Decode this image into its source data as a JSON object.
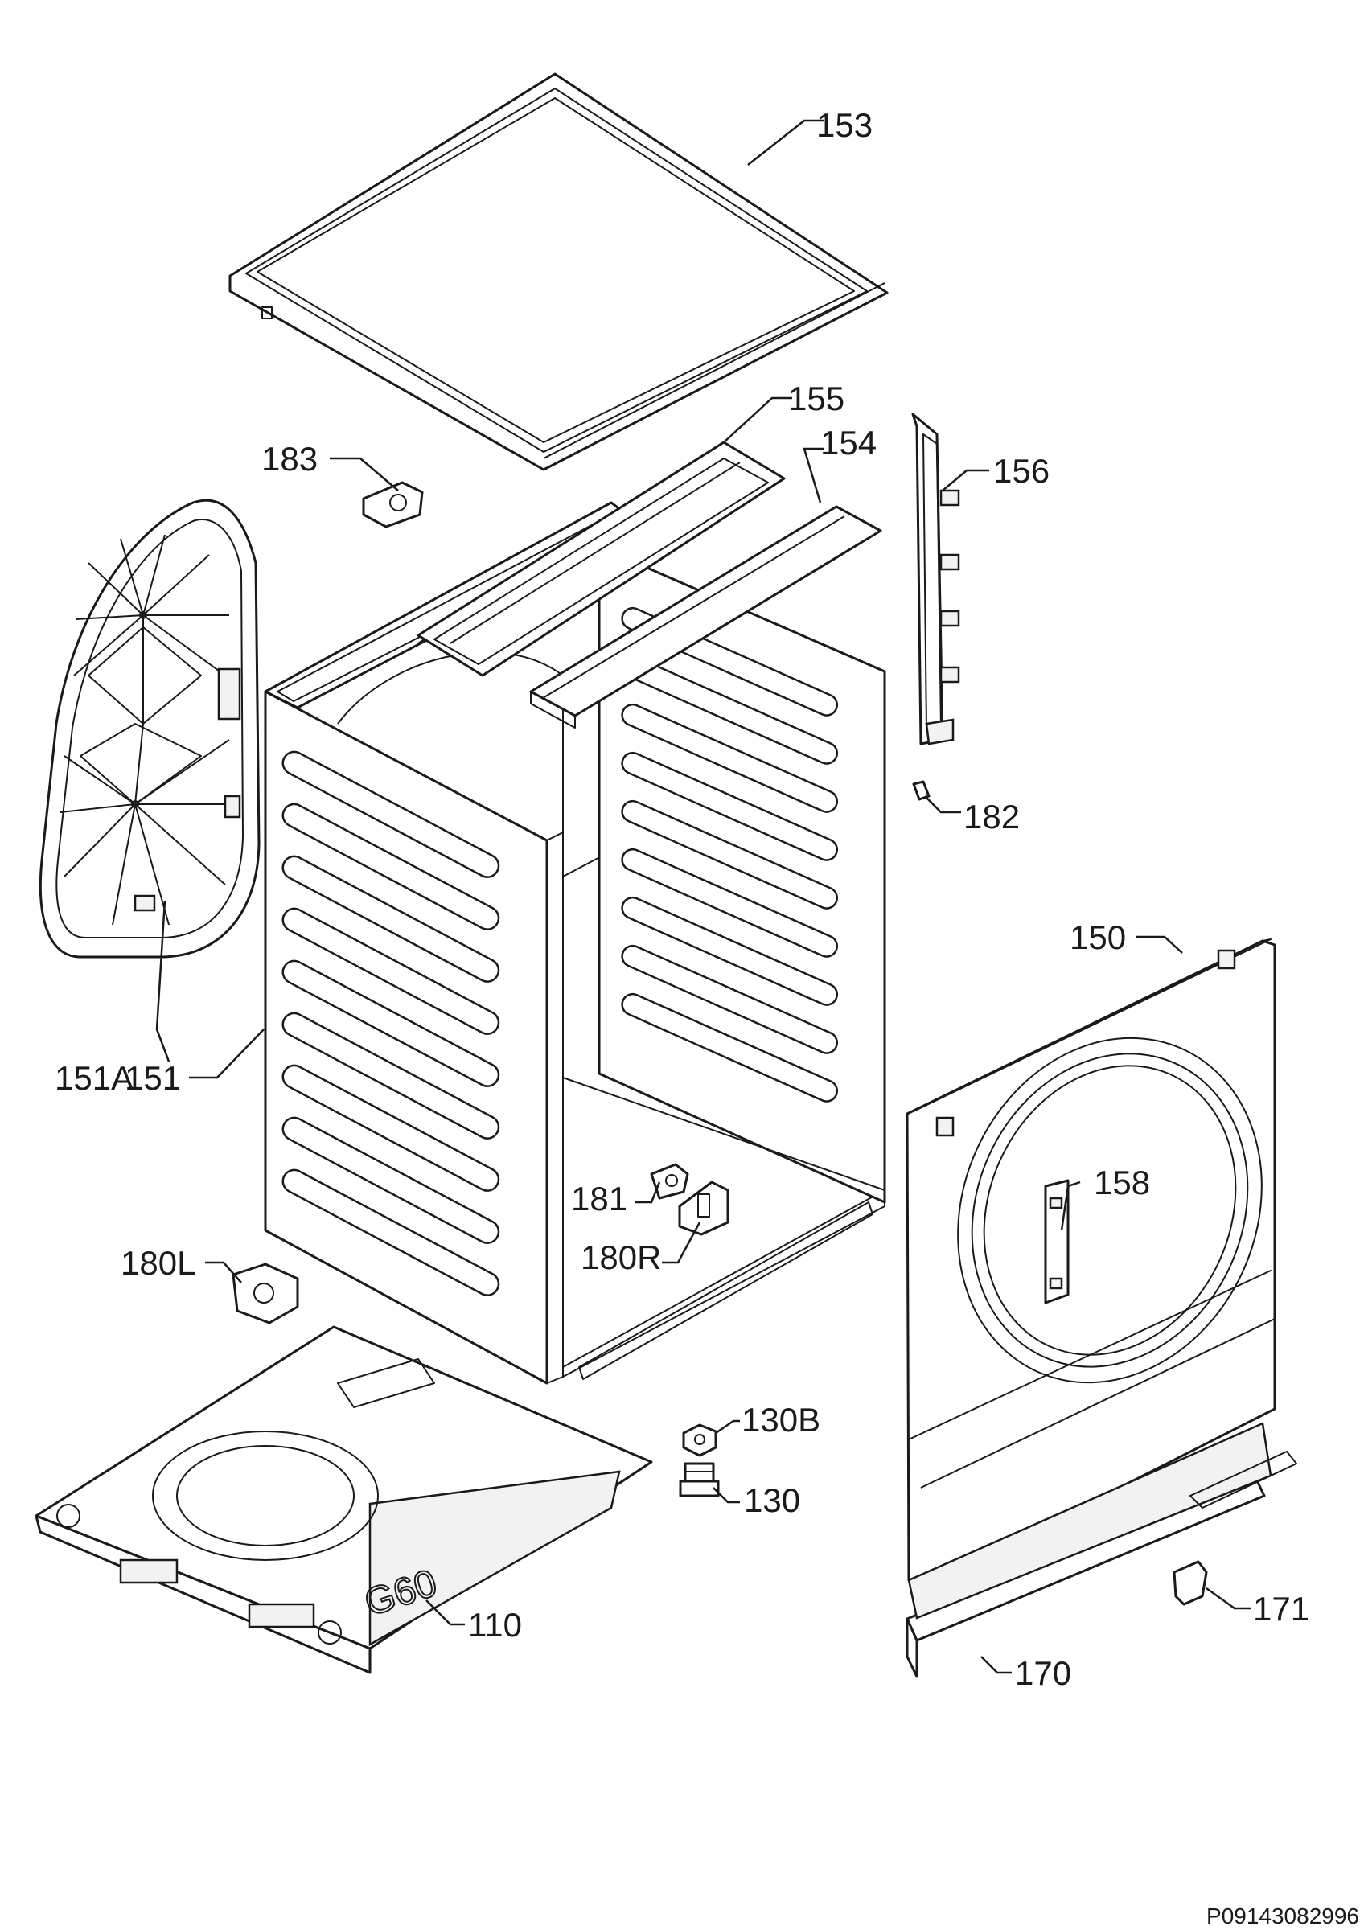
{
  "callouts": {
    "c153": "153",
    "c155": "155",
    "c154": "154",
    "c156": "156",
    "c183": "183",
    "c182": "182",
    "c151a": "151A",
    "c151": "151",
    "c150": "150",
    "c158": "158",
    "c181": "181",
    "c180r": "180R",
    "c180l": "180L",
    "c130b": "130B",
    "c130": "130",
    "c110": "110",
    "c171": "171",
    "c170": "170"
  },
  "base_marking": "G60",
  "diagram_code": "P09143082996"
}
